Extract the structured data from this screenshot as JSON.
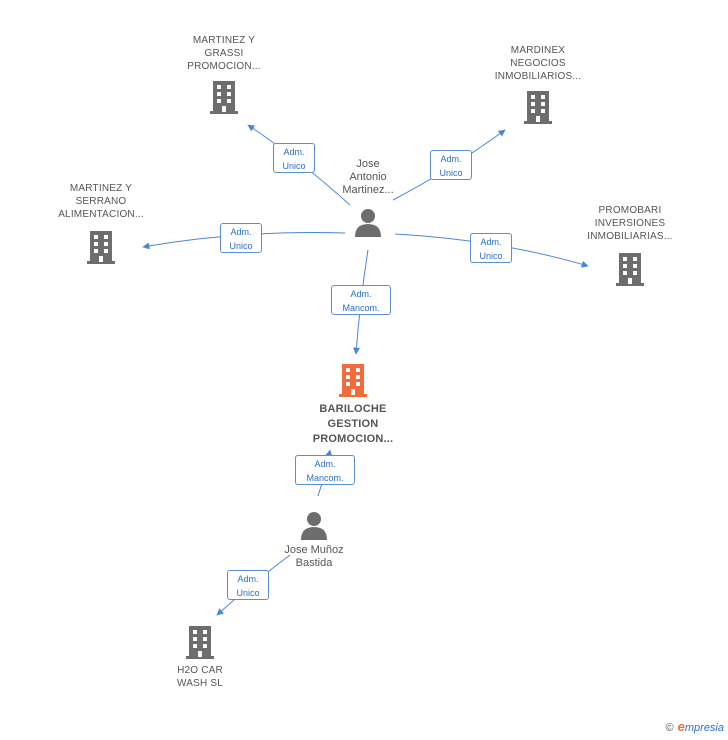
{
  "nodes": {
    "martinez_grassi": {
      "lines": [
        "MARTINEZ Y",
        "GRASSI",
        "PROMOCION..."
      ]
    },
    "mardinex": {
      "lines": [
        "MARDINEX",
        "NEGOCIOS",
        "INMOBILIARIOS..."
      ]
    },
    "martinez_serrano": {
      "lines": [
        "MARTINEZ Y",
        "SERRANO",
        "ALIMENTACION..."
      ]
    },
    "promobari": {
      "lines": [
        "PROMOBARI",
        "INVERSIONES",
        "INMOBILIARIAS..."
      ]
    },
    "bariloche": {
      "lines": [
        "BARILOCHE",
        "GESTION",
        "PROMOCION..."
      ]
    },
    "h2o": {
      "lines": [
        "H2O CAR",
        "WASH  SL"
      ]
    },
    "jose_antonio": {
      "lines": [
        "Jose",
        "Antonio",
        "Martinez..."
      ]
    },
    "jose_munoz": {
      "lines": [
        "Jose Muñoz",
        "Bastida"
      ]
    }
  },
  "badges": {
    "b1": {
      "lines": [
        "Adm.",
        "Unico"
      ]
    },
    "b2": {
      "lines": [
        "Adm.",
        "Unico"
      ]
    },
    "b3": {
      "lines": [
        "Adm.",
        "Unico"
      ]
    },
    "b4": {
      "lines": [
        "Adm.",
        "Unico"
      ]
    },
    "b5": {
      "lines": [
        "Adm.",
        "Mancom."
      ]
    },
    "b6": {
      "lines": [
        "Adm.",
        "Mancom."
      ]
    },
    "b7": {
      "lines": [
        "Adm.",
        "Unico"
      ]
    }
  },
  "brand": {
    "copyright": "©",
    "initial": "e",
    "rest": "mpresia"
  },
  "colors": {
    "building": "#6d6d6d",
    "main_building": "#f26b3a",
    "edge": "#4a86d4",
    "badge_text": "#2a6fc5"
  }
}
